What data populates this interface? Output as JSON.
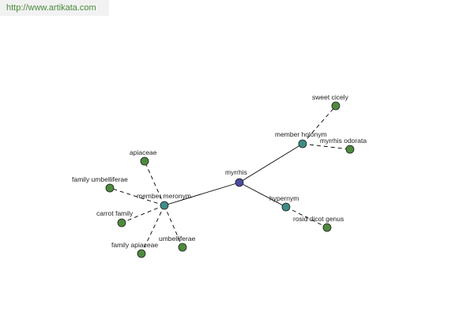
{
  "site": {
    "url_text": "http://www.artikata.com"
  },
  "colors": {
    "root_node": "#4a4aa0",
    "relation_node": "#3e8c86",
    "leaf_node": "#4e8a3e",
    "banner_text": "#4a8a3a"
  },
  "graph": {
    "nodes": [
      {
        "id": "myrrhis",
        "label": "myrrhis",
        "kind": "root"
      },
      {
        "id": "member-holonym",
        "label": "member holonym",
        "kind": "relation"
      },
      {
        "id": "hypernym",
        "label": "hypernym",
        "kind": "relation"
      },
      {
        "id": "member-meronym",
        "label": "member meronym",
        "kind": "relation"
      },
      {
        "id": "sweet-cicely",
        "label": "sweet cicely",
        "kind": "leaf"
      },
      {
        "id": "myrrhis-odorata",
        "label": "myrrhis odorata",
        "kind": "leaf"
      },
      {
        "id": "rosid-dicot-genus",
        "label": "rosid dicot genus",
        "kind": "leaf"
      },
      {
        "id": "apiaceae",
        "label": "apiaceae",
        "kind": "leaf"
      },
      {
        "id": "family-umbelliferae",
        "label": "family umbelliferae",
        "kind": "leaf"
      },
      {
        "id": "carrot-family",
        "label": "carrot family",
        "kind": "leaf"
      },
      {
        "id": "family-apiaceae",
        "label": "family apiaceae",
        "kind": "leaf"
      },
      {
        "id": "umbelliferae",
        "label": "umbelliferae",
        "kind": "leaf"
      }
    ],
    "edges": [
      {
        "from": "myrrhis",
        "to": "member-holonym",
        "style": "solid"
      },
      {
        "from": "myrrhis",
        "to": "hypernym",
        "style": "solid"
      },
      {
        "from": "myrrhis",
        "to": "member-meronym",
        "style": "solid"
      },
      {
        "from": "member-holonym",
        "to": "sweet-cicely",
        "style": "dashed"
      },
      {
        "from": "member-holonym",
        "to": "myrrhis-odorata",
        "style": "dashed"
      },
      {
        "from": "hypernym",
        "to": "rosid-dicot-genus",
        "style": "dashed"
      },
      {
        "from": "member-meronym",
        "to": "apiaceae",
        "style": "dashed"
      },
      {
        "from": "member-meronym",
        "to": "family-umbelliferae",
        "style": "dashed"
      },
      {
        "from": "member-meronym",
        "to": "carrot-family",
        "style": "dashed"
      },
      {
        "from": "member-meronym",
        "to": "family-apiaceae",
        "style": "dashed"
      },
      {
        "from": "member-meronym",
        "to": "umbelliferae",
        "style": "dashed"
      }
    ]
  }
}
